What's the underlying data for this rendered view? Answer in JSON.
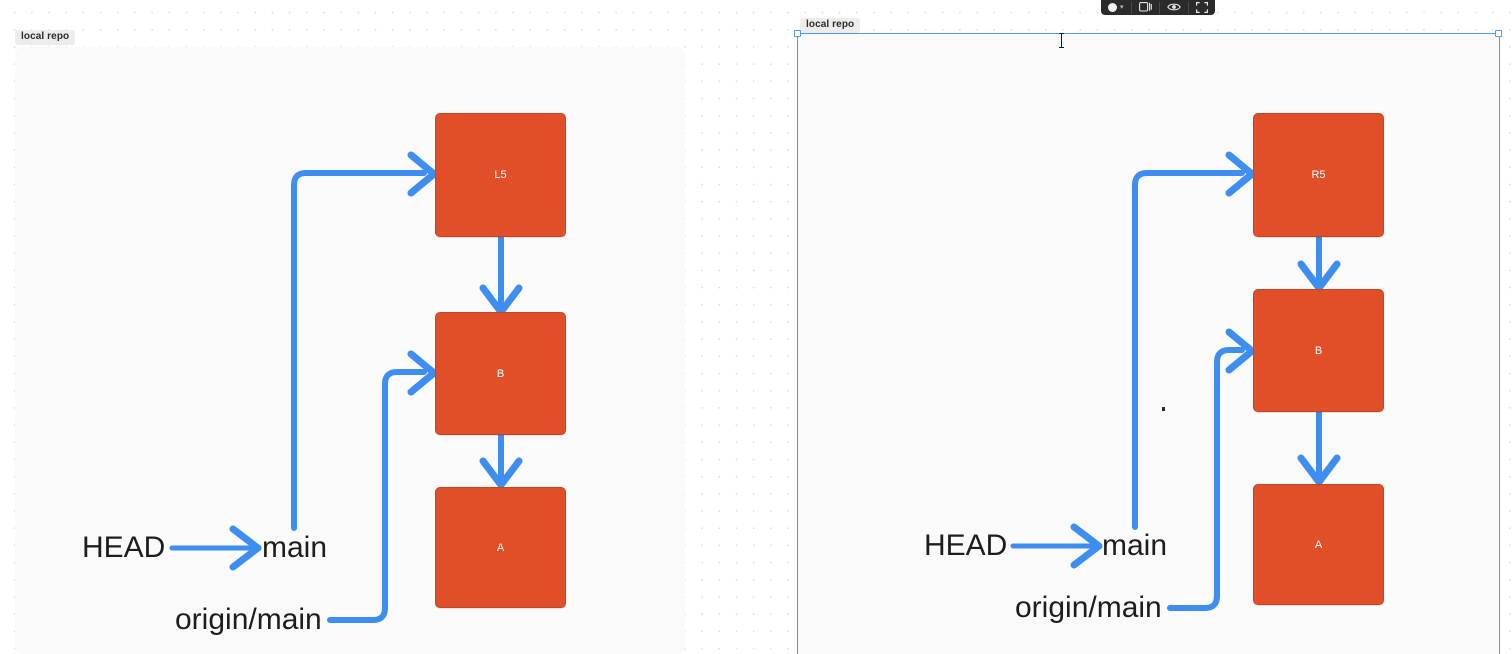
{
  "app": {
    "background": "#ffffff",
    "canvas_grid": "dot-grid",
    "accent_color": "#3d8ef0",
    "node_color": "#e14f29",
    "node_border_color": "#c44423",
    "frame_background": "#fafafa",
    "selection_color": "#4a9bf5"
  },
  "toolbar": {
    "items": [
      {
        "name": "shape-color-swatch",
        "icon": "circle-with-caret",
        "label": ""
      },
      {
        "name": "panel-toggle",
        "icon": "panel-icon",
        "label": ""
      },
      {
        "name": "preview-visibility",
        "icon": "eye-icon",
        "label": ""
      },
      {
        "name": "fullscreen",
        "icon": "expand-grid-icon",
        "label": ""
      }
    ]
  },
  "frames": [
    {
      "id": "left",
      "label": "local repo",
      "selected": false,
      "nodes": [
        {
          "id": "L5",
          "label": "L5"
        },
        {
          "id": "B",
          "label": "B"
        },
        {
          "id": "A",
          "label": "A"
        }
      ],
      "refs": [
        {
          "id": "head",
          "label": "HEAD"
        },
        {
          "id": "main",
          "label": "main"
        },
        {
          "id": "origin-main",
          "label": "origin/main"
        }
      ],
      "edges": [
        {
          "from": "HEAD",
          "to": "main",
          "type": "straight-arrow"
        },
        {
          "from": "main",
          "to": "L5",
          "type": "elbow-arrow"
        },
        {
          "from": "L5",
          "to": "B",
          "type": "straight-down-arrow"
        },
        {
          "from": "B",
          "to": "A",
          "type": "straight-down-arrow"
        },
        {
          "from": "origin/main",
          "to": "B",
          "type": "elbow-arrow"
        }
      ]
    },
    {
      "id": "right",
      "label": "local repo",
      "selected": true,
      "nodes": [
        {
          "id": "R5",
          "label": "R5"
        },
        {
          "id": "B",
          "label": "B"
        },
        {
          "id": "A",
          "label": "A"
        }
      ],
      "refs": [
        {
          "id": "head",
          "label": "HEAD"
        },
        {
          "id": "main",
          "label": "main"
        },
        {
          "id": "origin-main",
          "label": "origin/main"
        }
      ],
      "edges": [
        {
          "from": "HEAD",
          "to": "main",
          "type": "straight-arrow"
        },
        {
          "from": "main",
          "to": "R5",
          "type": "elbow-arrow"
        },
        {
          "from": "R5",
          "to": "B",
          "type": "straight-down-arrow"
        },
        {
          "from": "B",
          "to": "A",
          "type": "straight-down-arrow"
        },
        {
          "from": "origin/main",
          "to": "B",
          "type": "elbow-arrow"
        }
      ]
    }
  ],
  "cursor": {
    "type": "text-ibeam"
  }
}
